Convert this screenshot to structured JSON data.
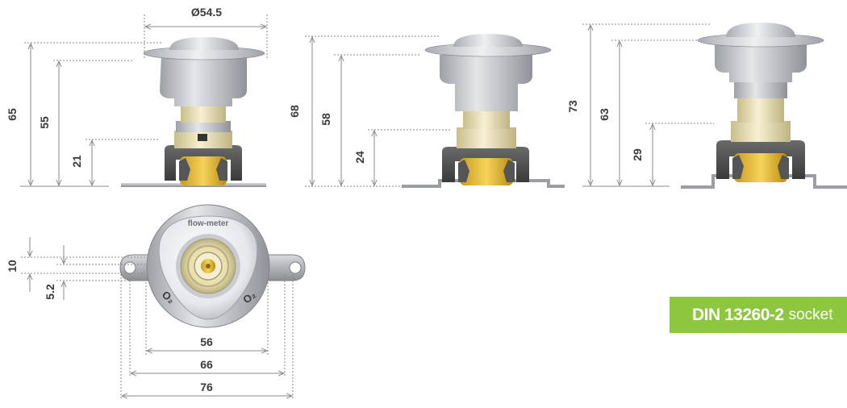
{
  "dimensions": {
    "width_top": "Ø54.5",
    "unit1": {
      "total": "65",
      "mid": "55",
      "low": "21"
    },
    "unit2": {
      "total": "68",
      "mid": "58",
      "low": "24"
    },
    "unit3": {
      "total": "73",
      "mid": "63",
      "low": "29"
    },
    "bottom": {
      "w1": "56",
      "w2": "66",
      "w3": "76",
      "h_offset": "10",
      "h_small": "5.2"
    }
  },
  "face_text": {
    "brand": "flow-meter",
    "left": "O₂",
    "right": "O₂"
  },
  "badge": {
    "bold": "DIN 13260-2",
    "rest": "socket"
  },
  "colors": {
    "badge_bg": "#8dc63f",
    "badge_text": "#ffffff",
    "body_grey": "#c9ccd0",
    "brass": "#e8c34a",
    "cream": "#f1e9c4",
    "housing": "#4a4a4a"
  }
}
